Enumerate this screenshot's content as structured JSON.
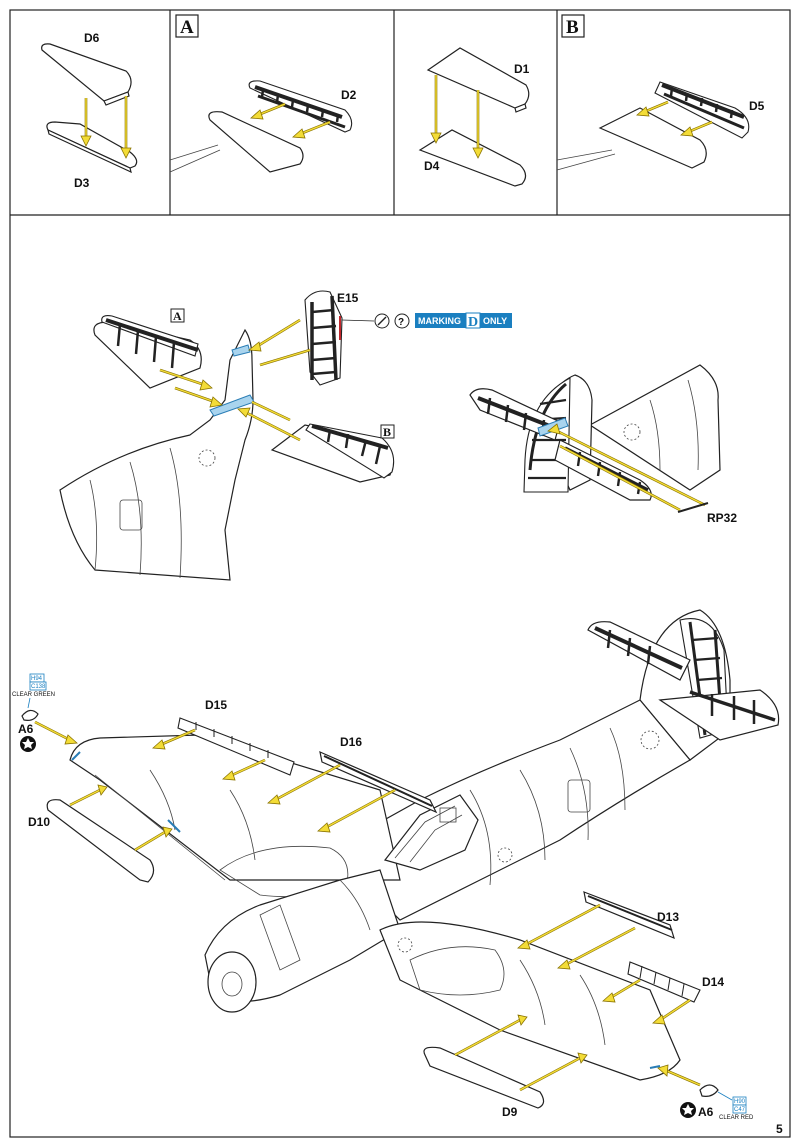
{
  "panel_a": {
    "label": "A",
    "parts": [
      "D6",
      "D3",
      "D2"
    ]
  },
  "panel_b": {
    "label": "B",
    "parts": [
      "D1",
      "D4",
      "D5"
    ]
  },
  "tail_assembly": {
    "marker_a": "A",
    "marker_b": "B",
    "part_e15": "E15",
    "marking_note": {
      "prefix": "MARKING",
      "letter": "D",
      "suffix": "ONLY"
    }
  },
  "tail_rear_view": {
    "part_rp32": "RP32"
  },
  "main_assembly": {
    "parts": {
      "d15": "D15",
      "d16": "D16",
      "d10": "D10",
      "d13": "D13",
      "d14": "D14",
      "d9": "D9"
    },
    "left_light": {
      "part": "A6",
      "code1": "H94",
      "code2": "C138",
      "caption": "CLEAR GREEN"
    },
    "right_light": {
      "part": "A6",
      "code1": "H90",
      "code2": "C47",
      "caption": "CLEAR RED"
    }
  },
  "page_number": "5",
  "colors": {
    "arrow_fill": "#f3dc37",
    "arrow_outline": "#8a7300",
    "highlight_blue": "#a9d4ee",
    "marking_blue": "#1a7fc0",
    "rudder_edge_red": "#c0262c"
  }
}
